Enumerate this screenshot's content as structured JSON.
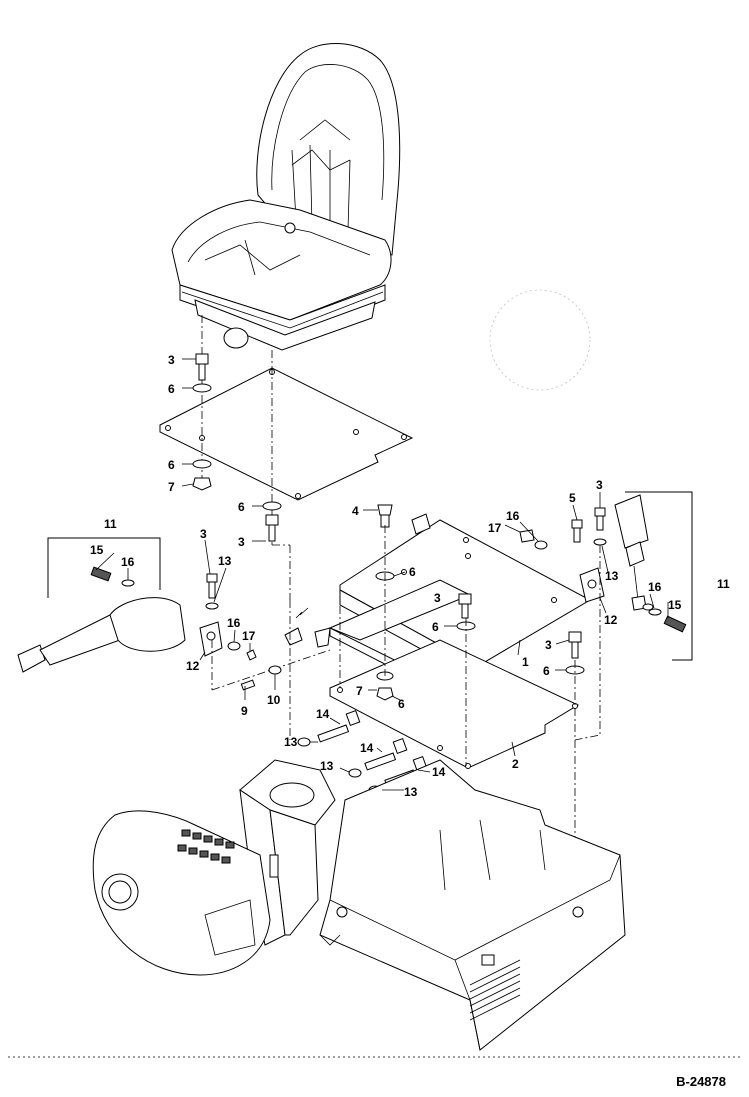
{
  "drawing": {
    "reference": "B-24878",
    "callouts": {
      "seat_bolt": "3",
      "seat_washer_top": "6",
      "seat_washer_bottom": "6",
      "seat_nut": "7",
      "plate_washer": "6",
      "plate_bolt": "3",
      "stud_4": "4",
      "belt_left_group": "11",
      "belt_left_bolt": "15",
      "belt_left_washer": "16",
      "bracket_bolt": "3",
      "bracket_washer": "13",
      "bracket_left_washer": "16",
      "bracket_left_nut": "17",
      "bracket_left": "12",
      "small_bolt": "9",
      "small_washer": "10",
      "nut_17_right": "17",
      "washer_16_right": "16",
      "washer_6_upper": "6",
      "bolt_5": "5",
      "bolt_3_right": "3",
      "belt_right_washer_13": "13",
      "belt_right_washer_16": "16",
      "belt_right_bolt": "15",
      "belt_right_group": "11",
      "bracket_right": "12",
      "mid_bolt": "3",
      "mid_washer": "6",
      "plate_1": "1",
      "right_bolt": "3",
      "right_washer": "6",
      "nut_7_lower": "7",
      "washer_6_lower": "6",
      "console_bolt_14a": "14",
      "console_washer_13a": "13",
      "console_bolt_14b": "14",
      "console_washer_13b": "13",
      "console_bolt_14c": "14",
      "console_washer_13c": "13",
      "plate_2": "2"
    }
  }
}
